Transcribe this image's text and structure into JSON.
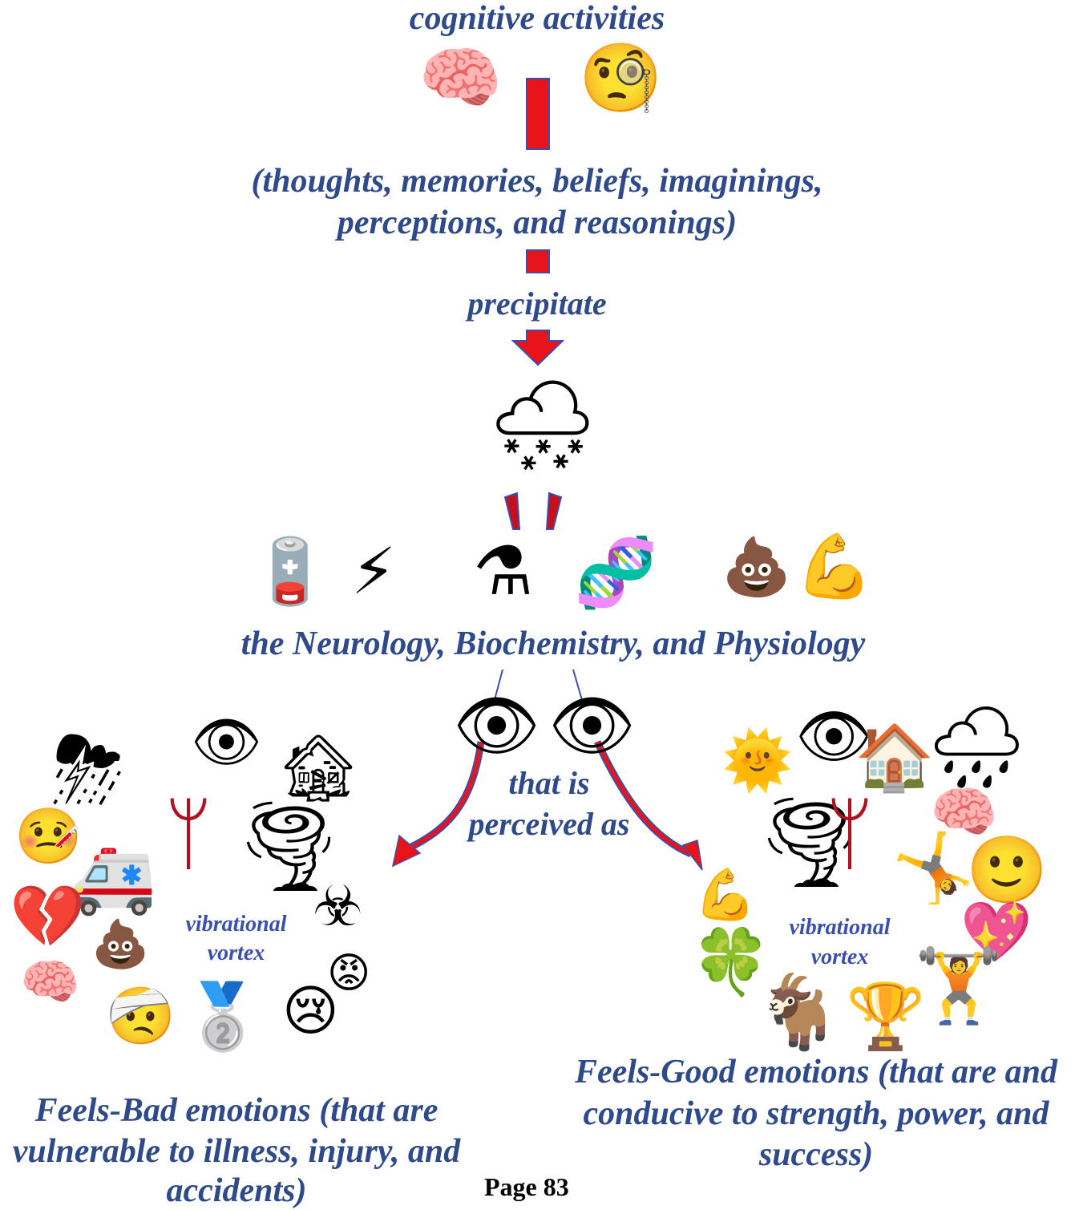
{
  "top_label": "cognitive activities",
  "activities_list": [
    "(thoughts, memories, beliefs, imaginings,",
    "perceptions, and reasonings)"
  ],
  "precipitate_label": "precipitate",
  "systems_label": "the Neurology, Biochemistry, and Physiology",
  "perceived_label": [
    "that is",
    "perceived as"
  ],
  "left_vortex_label": [
    "vibrational",
    "vortex"
  ],
  "right_vortex_label": [
    "vibrational",
    "vortex"
  ],
  "bad_emotions": [
    "Feels-Bad emotions (that are",
    "vulnerable to illness, injury, and",
    "accidents)"
  ],
  "good_emotions": [
    "Feels-Good emotions (that are and",
    "conducive to strength, power, and",
    "success)"
  ],
  "page_number": "Page 83",
  "colors": {
    "text": "#2e4a8a",
    "arrow": "#e8141a",
    "arrow_outline": "#3a4fb0"
  },
  "icons": {
    "top": [
      "brain-icon",
      "thinking-face-monocle-icon"
    ],
    "cloud": "snow-cloud-icon",
    "systems": [
      "low-battery-icon",
      "lightning-icon",
      "flask-icon",
      "dna-icon",
      "poop-icon",
      "flexed-biceps-icon"
    ],
    "left_cluster": [
      "storm-cloud-icon",
      "eye-icon",
      "broken-house-icon",
      "sick-face-icon",
      "tuning-fork-icon",
      "tornado-icon",
      "ambulance-icon",
      "broken-heart-icon",
      "biohazard-icon",
      "poop-icon",
      "brain-icon",
      "angry-face-icon",
      "bandaged-face-icon",
      "second-place-medal-icon",
      "crying-face-icon"
    ],
    "right_cluster": [
      "sun-icon",
      "eye-icon",
      "house-icon",
      "rain-cloud-icon",
      "brain-icon",
      "tornado-icon",
      "tuning-fork-icon",
      "smiling-face-icon",
      "yoga-icon",
      "flexed-biceps-icon",
      "sparkling-heart-icon",
      "four-leaf-clover-icon",
      "goat-icon",
      "trophy-icon",
      "weightlifter-icon"
    ]
  }
}
